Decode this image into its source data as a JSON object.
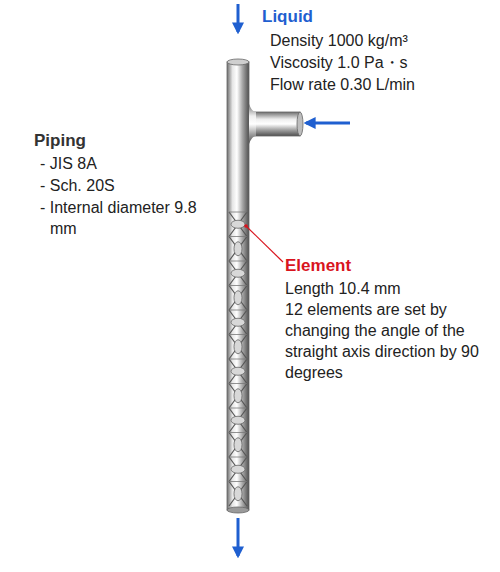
{
  "diagram": {
    "labels": [
      "Liquid",
      "Density 1000 kg/m³",
      "Viscosity 1.0 Pa・s",
      "Flow rate 0.30 L/min",
      "Piping",
      "- JIS 8A",
      "- Sch. 20S",
      "- Internal diameter 9.8 mm",
      "Element",
      "Length 10.4 mm",
      "12 elements are set by changing the angle of the straight axis direction by 90 degrees"
    ]
  }
}
